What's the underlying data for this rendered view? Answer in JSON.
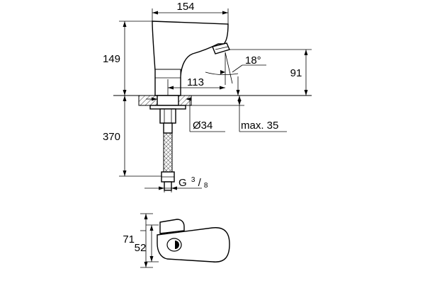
{
  "dimensions": {
    "width_top": "154",
    "height_body": "149",
    "spout_angle": "18°",
    "spout_height": "91",
    "reach": "113",
    "diameter": "Ø34",
    "max_thickness": "max. 35",
    "hose_length": "370",
    "thread_prefix": "G",
    "thread_num": "3",
    "thread_den": "8",
    "plan_depth": "71",
    "plan_width": "52"
  }
}
